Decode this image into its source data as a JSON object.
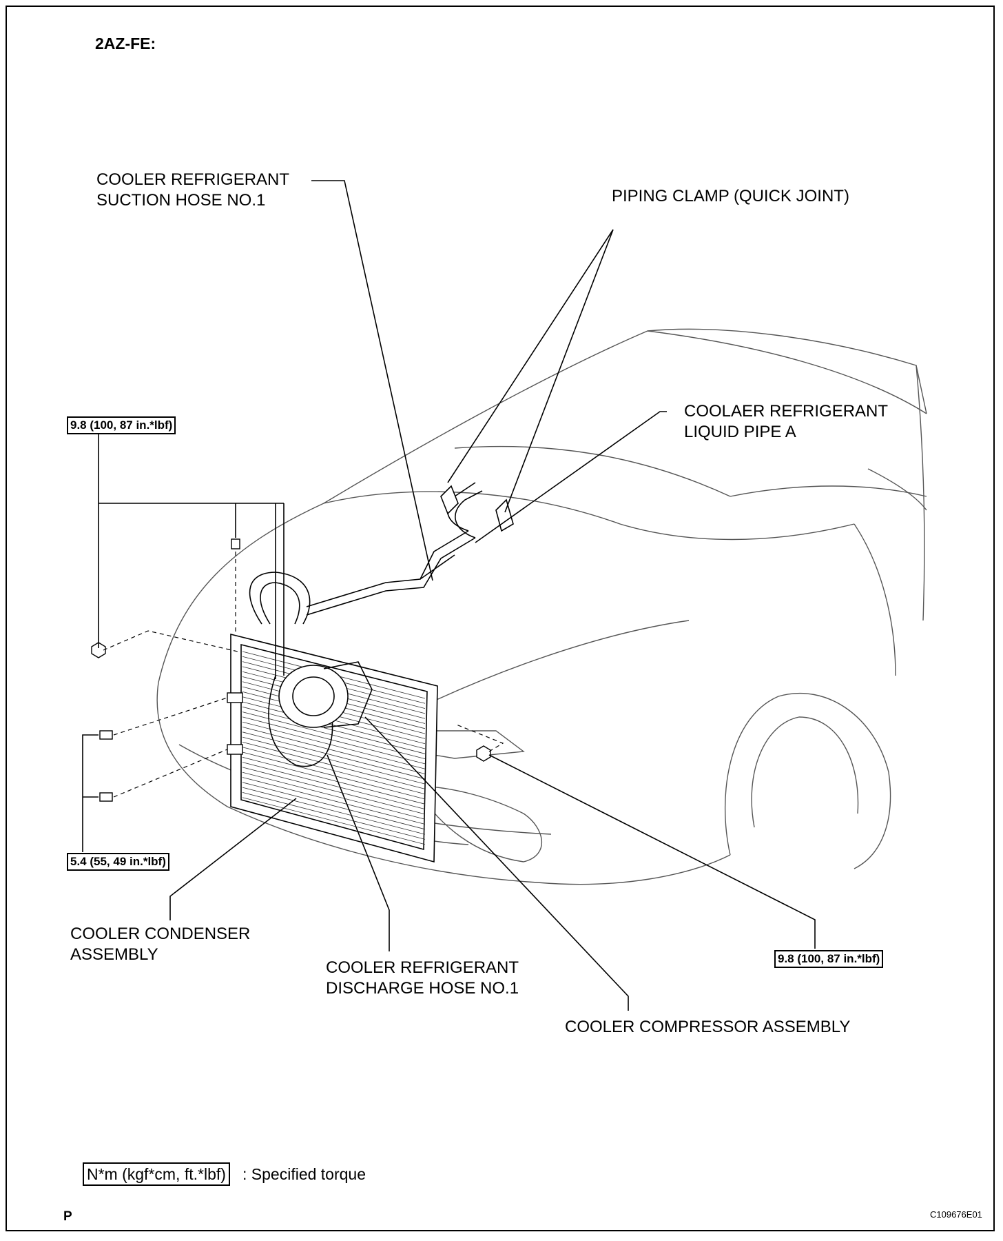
{
  "engine_code": "2AZ-FE:",
  "labels": {
    "suction_hose_line1": "COOLER REFRIGERANT",
    "suction_hose_line2": "SUCTION HOSE NO.1",
    "piping_clamp": "PIPING CLAMP (QUICK JOINT)",
    "liquid_pipe_line1": "COOLAER REFRIGERANT",
    "liquid_pipe_line2": "LIQUID PIPE A",
    "condenser_line1": "COOLER CONDENSER",
    "condenser_line2": "ASSEMBLY",
    "discharge_hose_line1": "COOLER REFRIGERANT",
    "discharge_hose_line2": "DISCHARGE HOSE NO.1",
    "compressor": "COOLER COMPRESSOR ASSEMBLY"
  },
  "torques": {
    "top_left": "9.8 (100, 87 in.*lbf)",
    "bottom_left": "5.4 (55, 49 in.*lbf)",
    "right": "9.8 (100, 87 in.*lbf)"
  },
  "legend": {
    "unit_box": "N*m (kgf*cm, ft.*lbf)",
    "description": ": Specified torque"
  },
  "footer": {
    "page_mark": "P",
    "figure_id": "C109676E01"
  }
}
